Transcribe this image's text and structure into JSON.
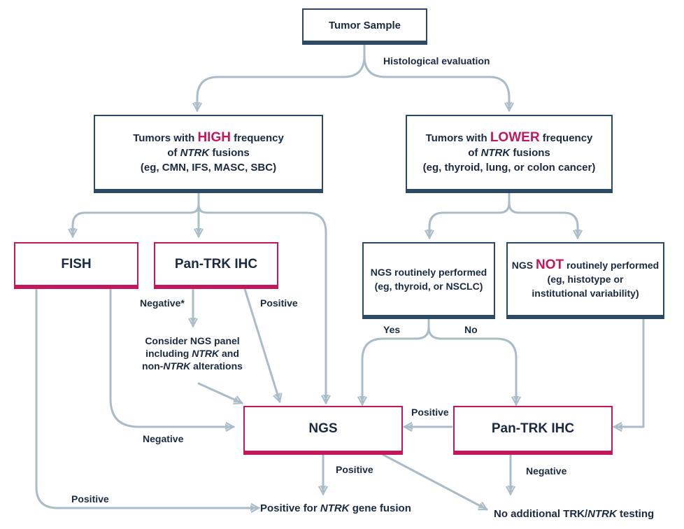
{
  "colors": {
    "navy": "#2c4a63",
    "crimson": "#c2185b",
    "connector": "#a9bcc7"
  },
  "nodes": {
    "tumor_sample": "Tumor Sample",
    "high": {
      "line1_pre": "Tumors with ",
      "line1_hl": "HIGH",
      "line1_post": " frequency",
      "line2_pre": "of ",
      "line2_it": "NTRK",
      "line2_post": " fusions",
      "line3": "(eg, CMN, IFS, MASC, SBC)"
    },
    "lower": {
      "line1_pre": "Tumors with ",
      "line1_hl": "LOWER",
      "line1_post": " frequency",
      "line2_pre": "of ",
      "line2_it": "NTRK",
      "line2_post": " fusions",
      "line3": "(eg, thyroid, lung, or colon cancer)"
    },
    "fish": "FISH",
    "pan_trk_ihc_left": "Pan-TRK IHC",
    "ngs_routine": {
      "line1": "NGS routinely performed",
      "line2": "(eg, thyroid, or NSCLC)"
    },
    "ngs_not_routine": {
      "line1_pre": "NGS ",
      "line1_hl": "NOT",
      "line1_post": " routinely performed",
      "line2": "(eg, histotype or",
      "line3": "institutional variability)"
    },
    "ngs": "NGS",
    "pan_trk_ihc_right": "Pan-TRK IHC"
  },
  "labels": {
    "histological_evaluation": "Histological evaluation",
    "negative_star": "Negative*",
    "positive_ihc": "Positive",
    "consider": {
      "line1": "Consider NGS panel",
      "line2_pre": "including ",
      "line2_it": "NTRK",
      "line2_post": " and",
      "line3_pre": "non-",
      "line3_it": "NTRK",
      "line3_post": " alterations"
    },
    "negative_fish": "Negative",
    "positive_fish": "Positive",
    "yes": "Yes",
    "no": "No",
    "positive_right_ihc": "Positive",
    "positive_ngs": "Positive",
    "negative_right_ihc": "Negative",
    "positive_for_ntrk": {
      "pre": "Positive for ",
      "it": "NTRK",
      "post": " gene fusion"
    },
    "no_additional": {
      "pre": "No additional TRK/",
      "it": "NTRK",
      "post": " testing"
    }
  }
}
